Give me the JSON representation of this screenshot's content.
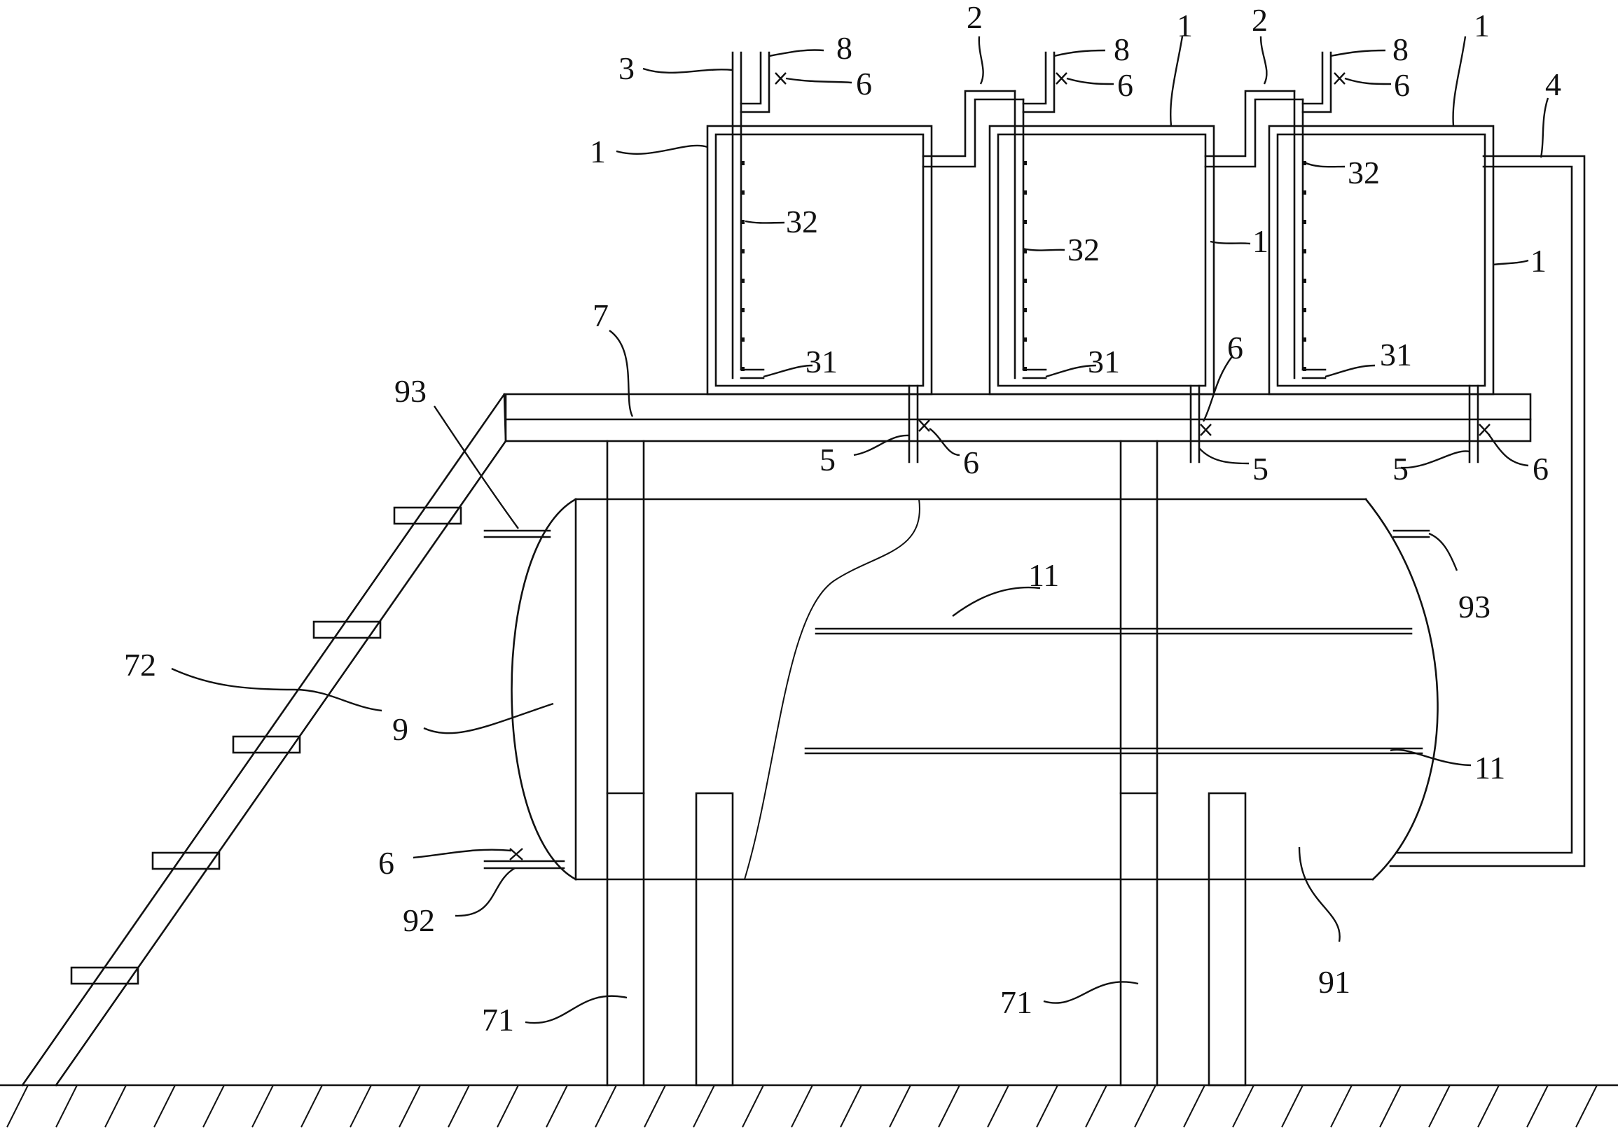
{
  "figure": {
    "stroke_color": "#111111",
    "background": "#ffffff"
  },
  "labels": [
    {
      "id": "l-3",
      "text": "3"
    },
    {
      "id": "l-8a",
      "text": "8"
    },
    {
      "id": "l-6a",
      "text": "6"
    },
    {
      "id": "l-2a",
      "text": "2"
    },
    {
      "id": "l-8b",
      "text": "8"
    },
    {
      "id": "l-6b",
      "text": "6"
    },
    {
      "id": "l-1a",
      "text": "1"
    },
    {
      "id": "l-2b",
      "text": "2"
    },
    {
      "id": "l-8c",
      "text": "8"
    },
    {
      "id": "l-6c",
      "text": "6"
    },
    {
      "id": "l-1b",
      "text": "1"
    },
    {
      "id": "l-4",
      "text": "4"
    },
    {
      "id": "l-1c",
      "text": "1"
    },
    {
      "id": "l-32a",
      "text": "32"
    },
    {
      "id": "l-32b",
      "text": "32"
    },
    {
      "id": "l-32c",
      "text": "32"
    },
    {
      "id": "l-1d",
      "text": "1"
    },
    {
      "id": "l-1e",
      "text": "1"
    },
    {
      "id": "l-31a",
      "text": "31"
    },
    {
      "id": "l-31b",
      "text": "31"
    },
    {
      "id": "l-31c",
      "text": "31"
    },
    {
      "id": "l-7",
      "text": "7"
    },
    {
      "id": "l-93a",
      "text": "93"
    },
    {
      "id": "l-6d",
      "text": "6"
    },
    {
      "id": "l-5a",
      "text": "5"
    },
    {
      "id": "l-6e",
      "text": "6"
    },
    {
      "id": "l-5b",
      "text": "5"
    },
    {
      "id": "l-5c",
      "text": "5"
    },
    {
      "id": "l-6f",
      "text": "6"
    },
    {
      "id": "l-11a",
      "text": "11"
    },
    {
      "id": "l-93b",
      "text": "93"
    },
    {
      "id": "l-72",
      "text": "72"
    },
    {
      "id": "l-9",
      "text": "9"
    },
    {
      "id": "l-11b",
      "text": "11"
    },
    {
      "id": "l-6g",
      "text": "6"
    },
    {
      "id": "l-92",
      "text": "92"
    },
    {
      "id": "l-91",
      "text": "91"
    },
    {
      "id": "l-71a",
      "text": "71"
    },
    {
      "id": "l-71b",
      "text": "71"
    }
  ]
}
